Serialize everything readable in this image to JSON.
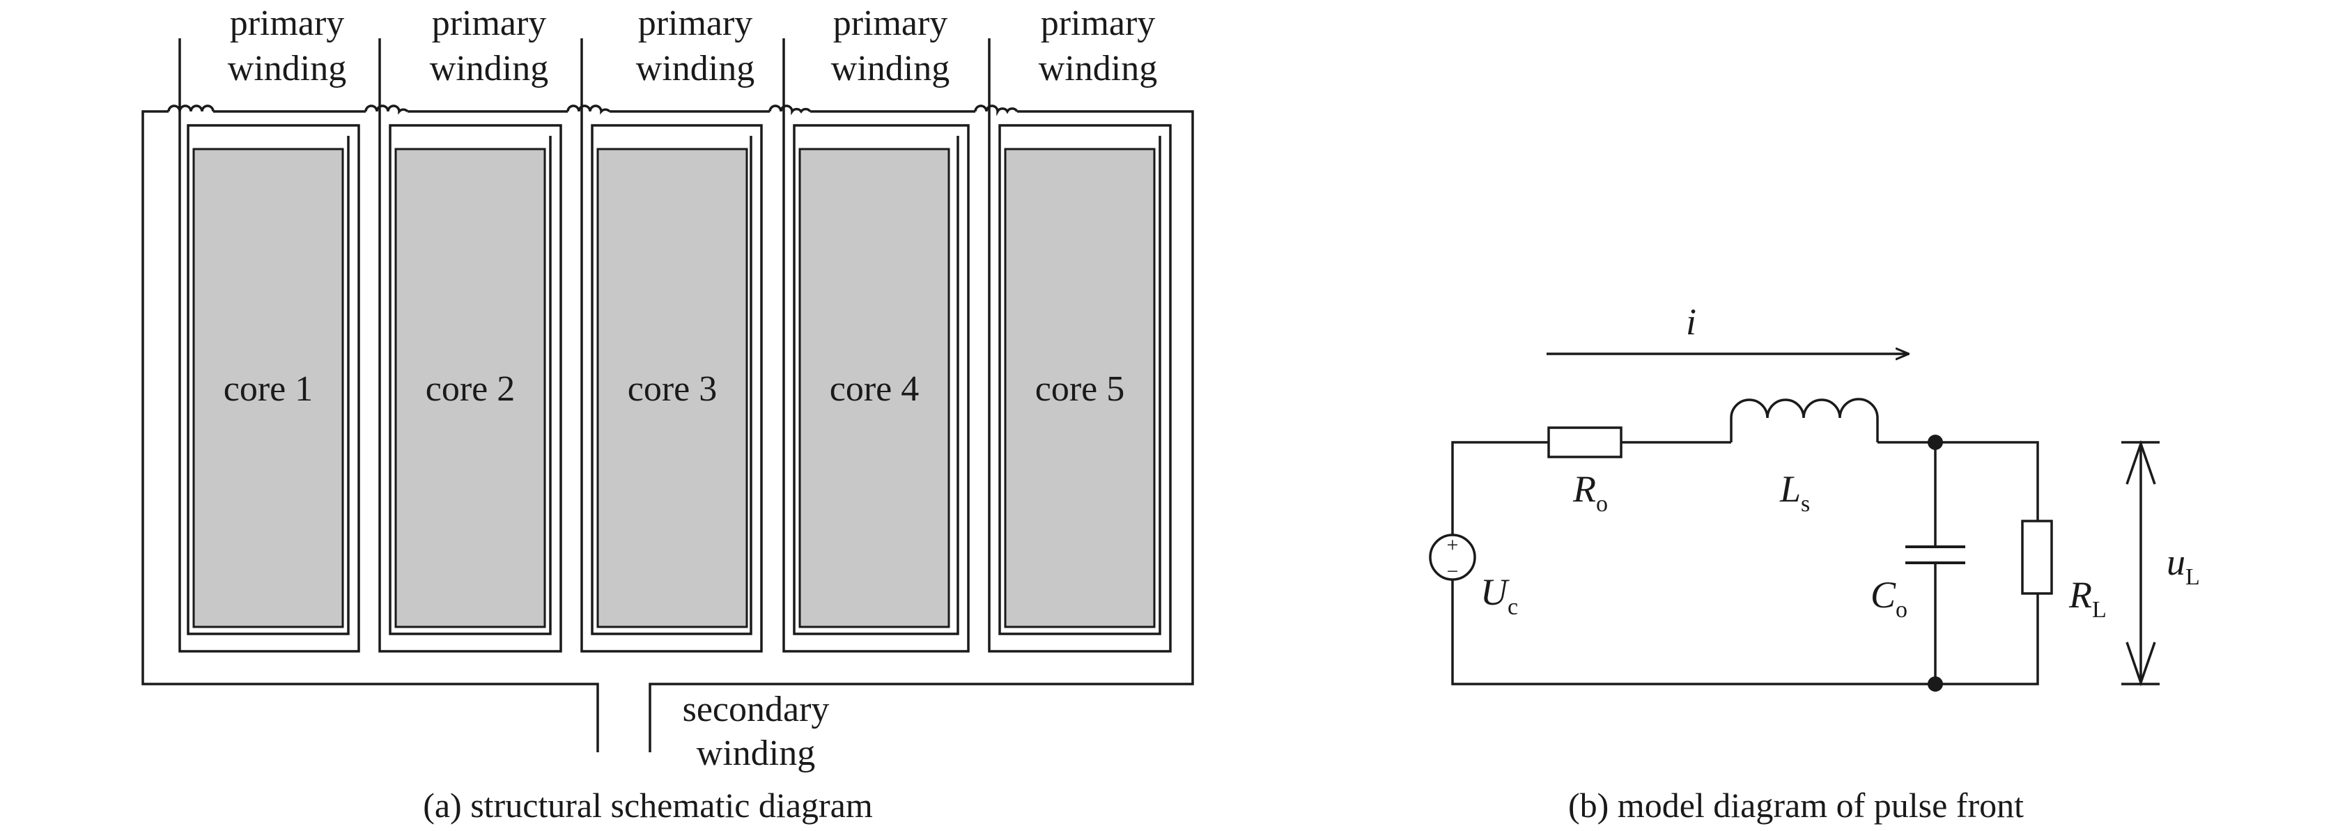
{
  "structural": {
    "primary_windings": [
      {
        "line1": "primary",
        "line2": "winding"
      },
      {
        "line1": "primary",
        "line2": "winding"
      },
      {
        "line1": "primary",
        "line2": "winding"
      },
      {
        "line1": "primary",
        "line2": "winding"
      },
      {
        "line1": "primary",
        "line2": "winding"
      }
    ],
    "cores": [
      "core 1",
      "core 2",
      "core 3",
      "core 4",
      "core 5"
    ],
    "secondary": {
      "line1": "secondary",
      "line2": "winding"
    },
    "caption": "(a) structural schematic diagram"
  },
  "circuit": {
    "current": "i",
    "source": {
      "sym": "U",
      "sub": "c",
      "plus": "+",
      "minus": "−"
    },
    "resistor_series": {
      "sym": "R",
      "sub": "o"
    },
    "inductor": {
      "sym": "L",
      "sub": "s"
    },
    "capacitor": {
      "sym": "C",
      "sub": "o"
    },
    "load": {
      "sym": "R",
      "sub": "L"
    },
    "voltage": {
      "sym": "u",
      "sub": "L"
    },
    "caption": "(b) model diagram of pulse front"
  }
}
